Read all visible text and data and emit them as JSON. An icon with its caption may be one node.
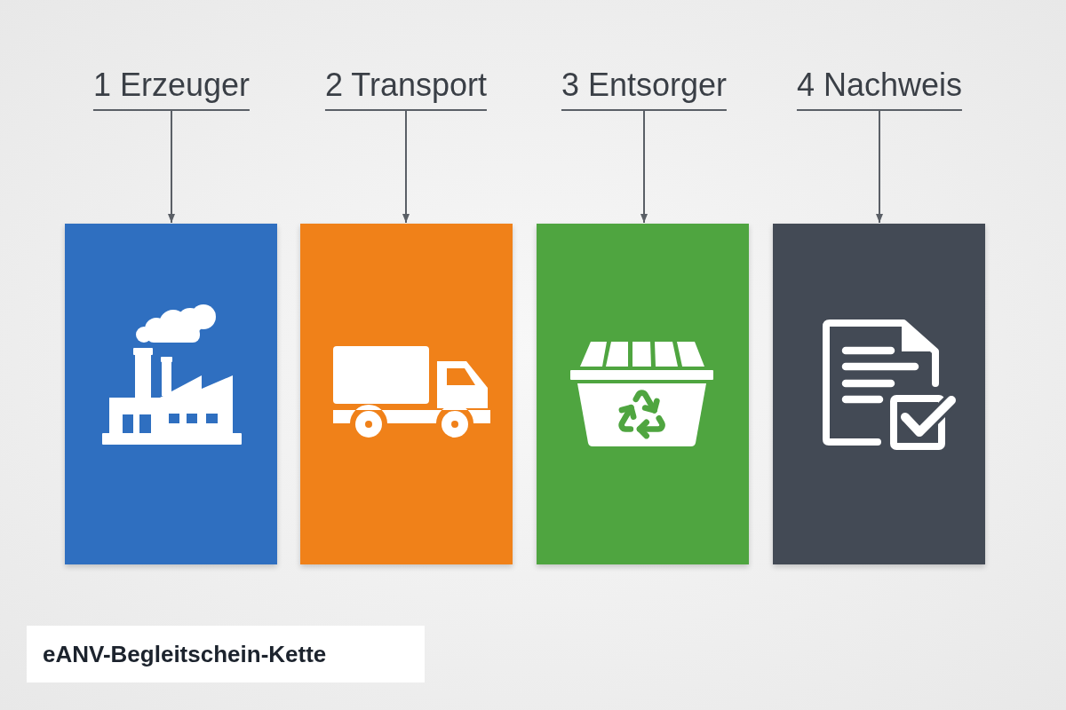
{
  "diagram": {
    "title": "eANV-Begleitschein-Kette",
    "nodes": [
      {
        "text": [
          "1 Erzeuger"
        ]
      },
      {
        "text": [
          "2 Transport"
        ]
      },
      {
        "text": [
          "3 Entsorger"
        ]
      },
      {
        "text": [
          "4 Nachweis"
        ]
      },
      {
        "text": [],
        "shape": "box"
      },
      {
        "text": [],
        "shape": "box"
      },
      {
        "text": [],
        "shape": "box"
      },
      {
        "text": [],
        "shape": "box"
      }
    ],
    "edges": [
      {
        "from": 0,
        "to": 4,
        "arrow": "to"
      },
      {
        "from": 1,
        "to": 5,
        "arrow": "to"
      },
      {
        "from": 2,
        "to": 6,
        "arrow": "to"
      },
      {
        "from": 3,
        "to": 7,
        "arrow": "to"
      }
    ]
  }
}
